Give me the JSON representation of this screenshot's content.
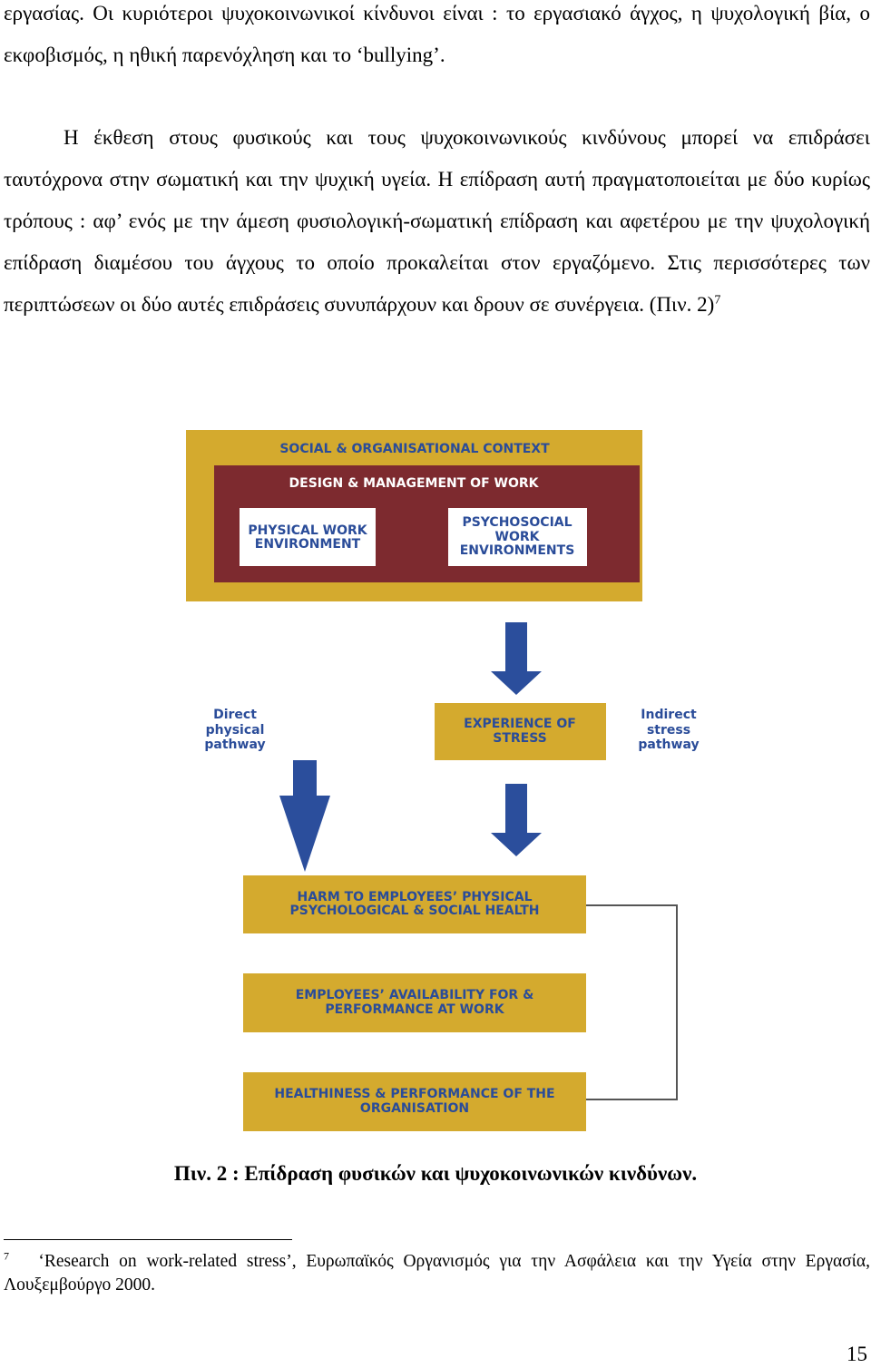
{
  "paragraph_1": "εργασίας.   Οι κυριότεροι ψυχοκοινωνικοί κίνδυνοι είναι : το εργασιακό άγχος, η ψυχολογική βία, ο εκφοβισμός, η ηθική παρενόχληση και το ‘bullying’.",
  "paragraph_2": "Η έκθεση στους φυσικούς και τους ψυχοκοινωνικούς κινδύνους μπορεί να επιδράσει ταυτόχρονα στην σωματική και την ψυχική υγεία. Η επίδραση αυτή πραγματοποιείται με δύο κυρίως τρόπους : αφ’ ενός με την άμεση φυσιολογική-σωματική επίδραση και αφετέρου με την ψυχολογική επίδραση διαμέσου του άγχους το οποίο προκαλείται στον εργαζόμενο. Στις περισσότερες των περιπτώσεων οι δύο αυτές επιδράσεις συνυπάρχουν και δρουν σε συνέργεια. (Πιν. 2)",
  "paragraph_2_footnote_ref": "7",
  "diagram": {
    "outer_label": "SOCIAL & ORGANISATIONAL CONTEXT",
    "inner_label": "DESIGN & MANAGEMENT OF WORK",
    "physical_box": [
      "PHYSICAL WORK",
      "ENVIRONMENT"
    ],
    "psychosocial_box": [
      "PSYCHOSOCIAL",
      "WORK",
      "ENVIRONMENTS"
    ],
    "direct_label": [
      "Direct",
      "physical",
      "pathway"
    ],
    "indirect_label": [
      "Indirect",
      "stress",
      "pathway"
    ],
    "stress_box": [
      "EXPERIENCE OF",
      "STRESS"
    ],
    "harm_box": [
      "HARM TO EMPLOYEES’ PHYSICAL",
      "PSYCHOLOGICAL & SOCIAL HEALTH"
    ],
    "availability_box": [
      "EMPLOYEES’ AVAILABILITY FOR &",
      "PERFORMANCE AT WORK"
    ],
    "healthiness_box": [
      "HEALTHINESS & PERFORMANCE OF THE",
      "ORGANISATION"
    ],
    "colors": {
      "gold": "#d4aa2e",
      "maroon": "#7d2a2f",
      "blue_text": "#2a4c99",
      "arrow_blue": "#2b4e9c",
      "white": "#ffffff",
      "line_gray": "#555555"
    }
  },
  "caption": "Πιν. 2 : Επίδραση φυσικών και ψυχοκοινωνικών κινδύνων.",
  "footnote_number": "7",
  "footnote_text": "‘Research on work-related stress’, Ευρωπαϊκός Οργανισμός για την Ασφάλεια και την Υγεία στην Εργασία, Λουξεμβούργο 2000.",
  "page_number": "15"
}
